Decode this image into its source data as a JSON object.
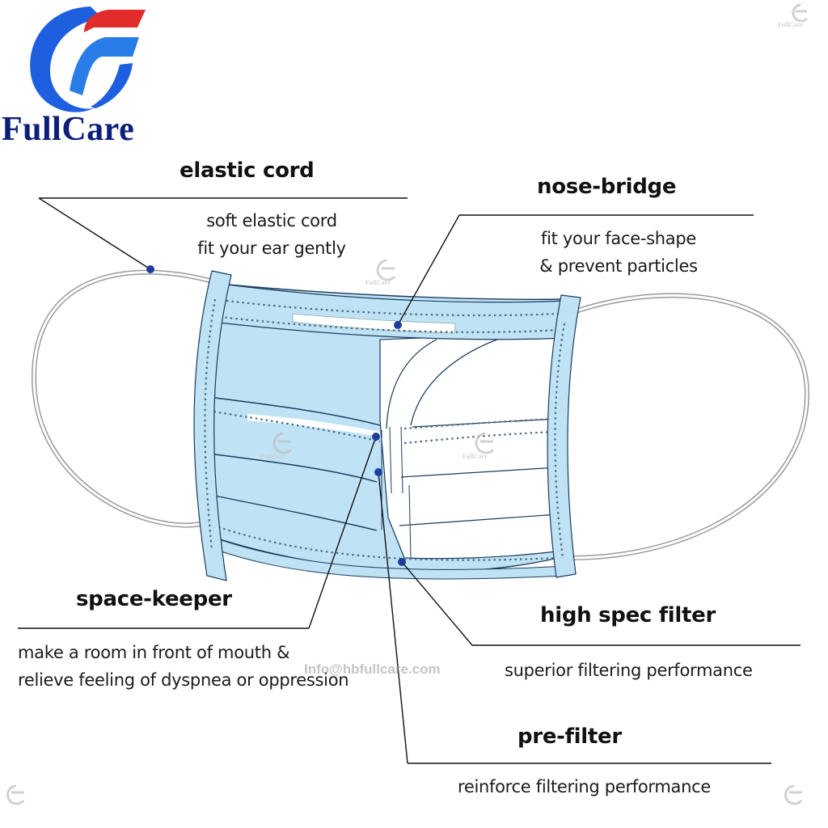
{
  "brand": {
    "name": "FullCare",
    "logo_icon": "fullcare-f-logo-icon",
    "colors": {
      "blue": "#1e5fe0",
      "red": "#e22b2b",
      "navy": "#0d1e7a"
    }
  },
  "watermark": {
    "label": "FullCare",
    "email": "Info@hbfullcare.com"
  },
  "diagram": {
    "subject": "surgical face mask",
    "colors": {
      "mask_blue": "#bfe3f5",
      "line": "#1b3a5c",
      "dot": "#1d3f9a",
      "cord": "#9a9a9a"
    },
    "callouts": [
      {
        "id": "elastic-cord",
        "title": "elastic cord",
        "description": [
          "soft elastic cord",
          "fit your ear gently"
        ]
      },
      {
        "id": "nose-bridge",
        "title": "nose-bridge",
        "description": [
          "fit your face-shape",
          "& prevent particles"
        ]
      },
      {
        "id": "space-keeper",
        "title": "space-keeper",
        "description": [
          "make a room in front of mouth &",
          "relieve feeling of dyspnea or oppression"
        ]
      },
      {
        "id": "high-spec-filter",
        "title": "high spec filter",
        "description": [
          "superior filtering performance"
        ]
      },
      {
        "id": "pre-filter",
        "title": "pre-filter",
        "description": [
          "reinforce filtering performance"
        ]
      }
    ]
  }
}
